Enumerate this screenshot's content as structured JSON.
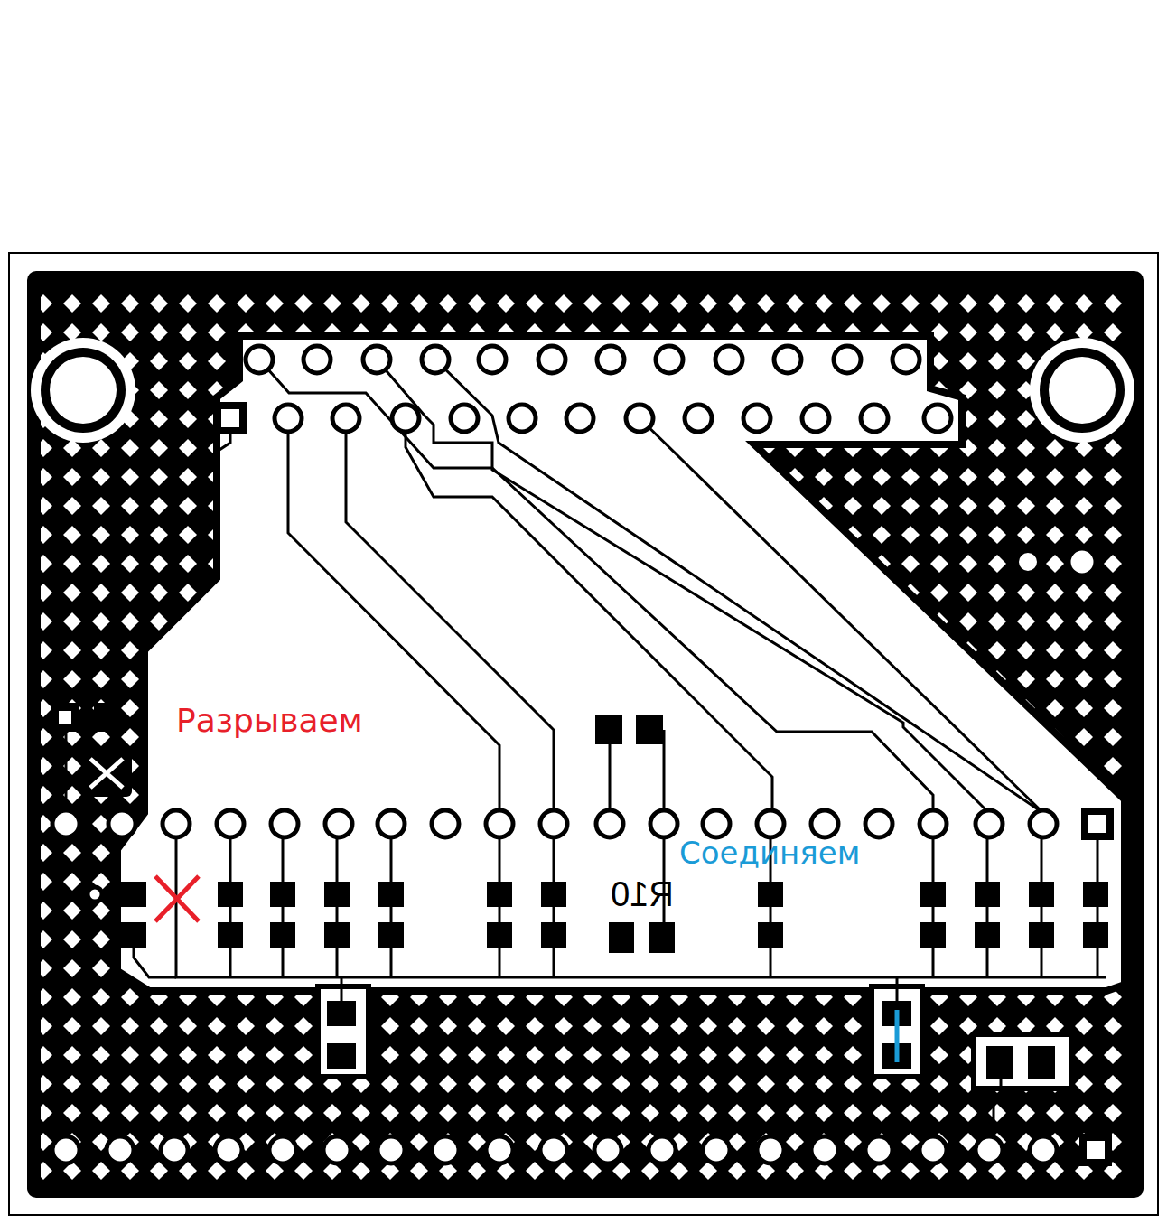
{
  "diagram": {
    "labels": [
      "Разрываем",
      "Соединяем",
      "R10"
    ]
  }
}
